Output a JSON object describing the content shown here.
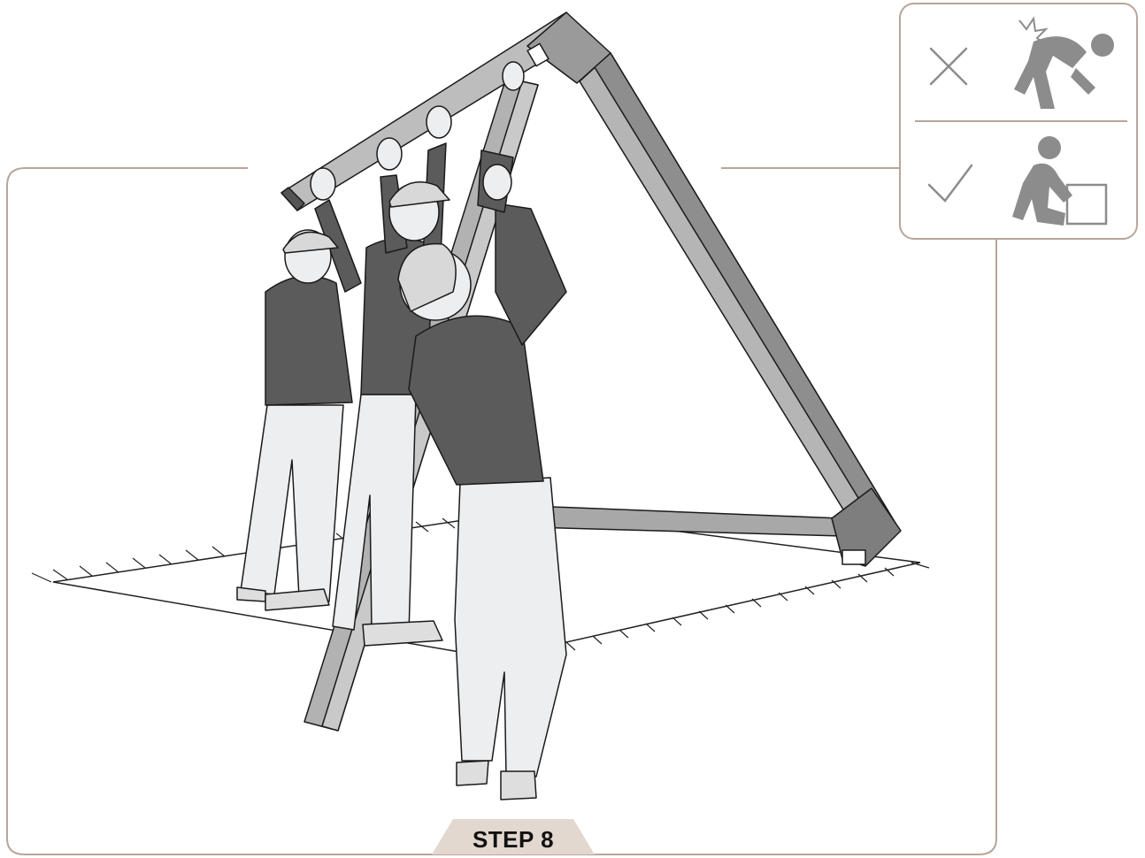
{
  "step": {
    "label": "STEP 8"
  },
  "safety_panel": {
    "wrong": {
      "mark": "cross-icon",
      "pictogram": "bad-lifting-posture-icon"
    },
    "right": {
      "mark": "check-icon",
      "pictogram": "correct-lifting-posture-icon"
    }
  },
  "illustration": {
    "subject": "three-workers-raising-frame",
    "workers": 3
  },
  "colors": {
    "frame_border": "#b9a599",
    "step_tab": "#e3d8d0",
    "shirt": "#5b5b5b",
    "pants": "#eceeef",
    "beam": "#b8b8b8",
    "beam_dark": "#8e8e8e",
    "icon_gray": "#8c8c8c"
  }
}
